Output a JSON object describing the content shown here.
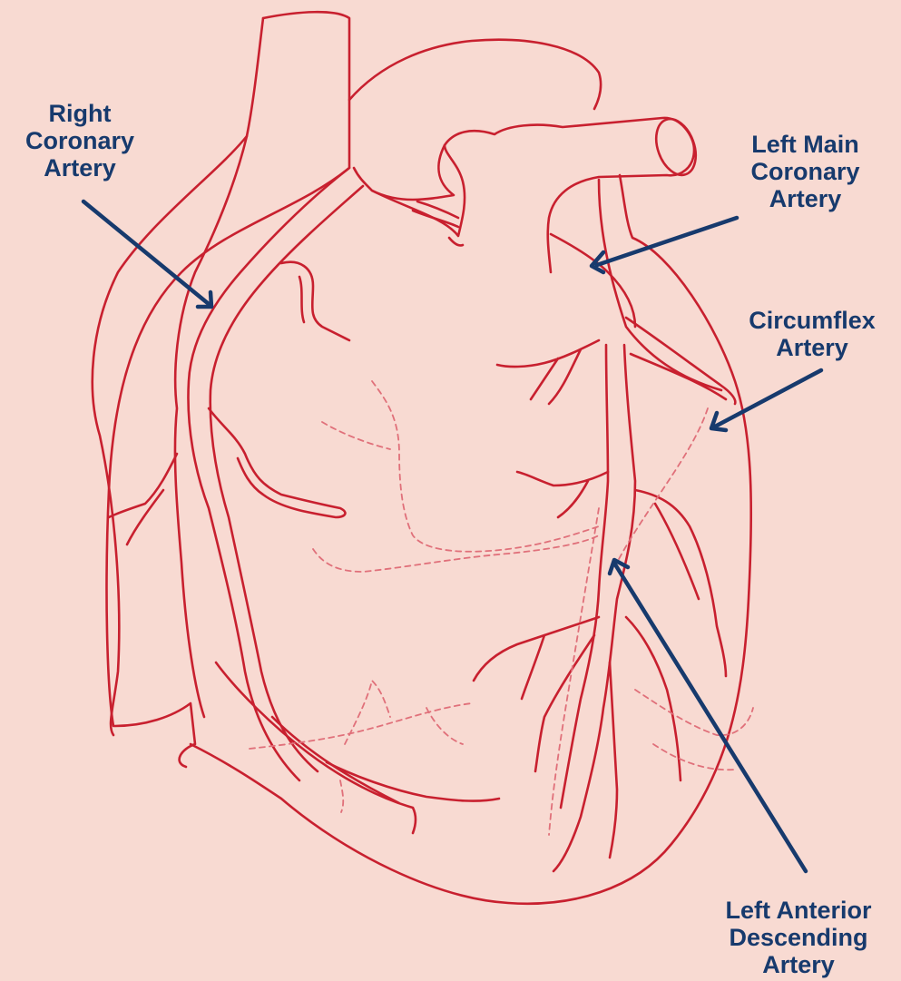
{
  "colors": {
    "background": "#f8dad2",
    "outline": "#c8202f",
    "hidden_vessels": "#e0707a",
    "label_text": "#173a6d"
  },
  "labels": {
    "right_coronary": [
      "Right",
      "Coronary",
      "Artery"
    ],
    "left_main": [
      "Left Main",
      "Coronary",
      "Artery"
    ],
    "circumflex": [
      "Circumflex",
      "Artery"
    ],
    "lad": [
      "Left Anterior",
      "Descending",
      "Artery"
    ]
  }
}
